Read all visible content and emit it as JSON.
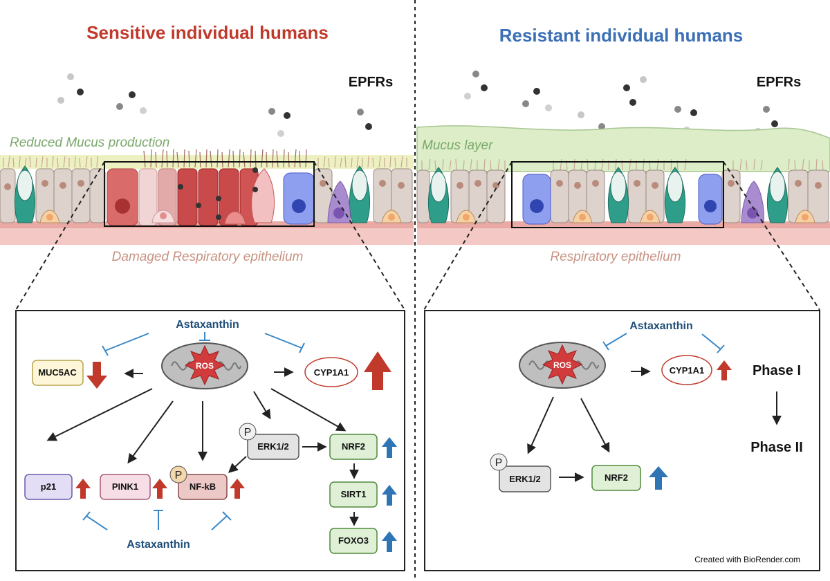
{
  "left_panel": {
    "title": "Sensitive individual humans",
    "epfrs_label": "EPFRs",
    "mucus_label": "Reduced Mucus production",
    "epithelium_label": "Damaged Respiratory epithelium",
    "astaxanthin_top": "Astaxanthin",
    "astaxanthin_bottom": "Astaxanthin",
    "ros_label": "ROS",
    "nodes": {
      "muc5ac": "MUC5AC",
      "cyp1a1": "CYP1A1",
      "p21": "p21",
      "pink1": "PINK1",
      "nfkb": "NF-kB",
      "erk": "ERK1/2",
      "nrf2": "NRF2",
      "sirt1": "SIRT1",
      "foxo3": "FOXO3"
    },
    "phospho": "P"
  },
  "right_panel": {
    "title": "Resistant individual humans",
    "epfrs_label": "EPFRs",
    "mucus_label": "Mucus layer",
    "epithelium_label": "Respiratory epithelium",
    "astaxanthin": "Astaxanthin",
    "ros_label": "ROS",
    "nodes": {
      "cyp1a1": "CYP1A1",
      "erk": "ERK1/2",
      "nrf2": "NRF2"
    },
    "phase1": "Phase I",
    "phase2": "Phase II",
    "phospho": "P"
  },
  "credit": "Created with BioRender.com",
  "colors": {
    "red": "#c0392b",
    "blue": "#2f74b5",
    "title_red": "#c0392b",
    "title_blue": "#3b6fb6",
    "mucus_green": "#7aa86a"
  }
}
